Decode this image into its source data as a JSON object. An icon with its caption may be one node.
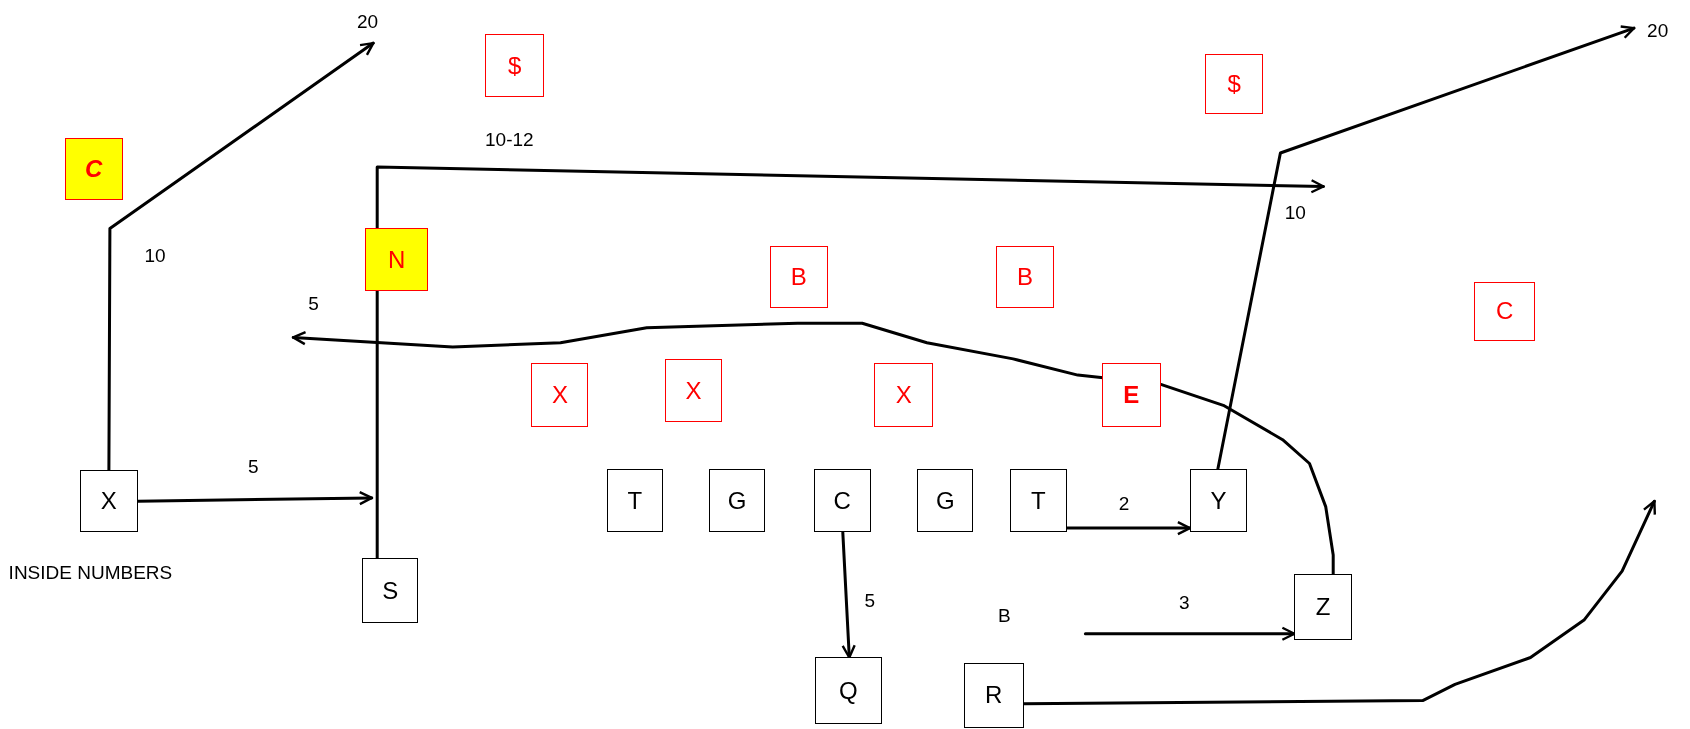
{
  "diagram": {
    "nodes": [
      {
        "text": [
          "$"
        ]
      },
      {
        "text": [
          "$"
        ]
      },
      {
        "text": [
          "C"
        ]
      },
      {
        "text": [
          "N"
        ]
      },
      {
        "text": [
          "B"
        ]
      },
      {
        "text": [
          "B"
        ]
      },
      {
        "text": [
          "C"
        ]
      },
      {
        "text": [
          "X"
        ]
      },
      {
        "text": [
          "X"
        ]
      },
      {
        "text": [
          "X"
        ]
      },
      {
        "text": [
          "E"
        ]
      },
      {
        "text": [
          "X"
        ],
        "beside": [
          "INSIDE NUMBERS"
        ]
      },
      {
        "text": [
          "T"
        ]
      },
      {
        "text": [
          "G"
        ]
      },
      {
        "text": [
          "C"
        ]
      },
      {
        "text": [
          "G"
        ]
      },
      {
        "text": [
          "T"
        ]
      },
      {
        "text": [
          "Y"
        ]
      },
      {
        "text": [
          "S"
        ]
      },
      {
        "text": [
          "Z"
        ]
      },
      {
        "text": [
          "Q"
        ]
      },
      {
        "text": [
          "R"
        ]
      },
      {
        "text": [
          "20"
        ]
      },
      {
        "text": [
          "20"
        ]
      }
    ],
    "edges": [
      {
        "from": 11,
        "to": 22,
        "arrow": "to",
        "label": "10"
      },
      {
        "from": 11,
        "to": null,
        "arrow": "to",
        "label": "5"
      },
      {
        "from": 18,
        "to": null,
        "arrow": "to",
        "label": "10-12"
      },
      {
        "from": 17,
        "to": 23,
        "arrow": "to",
        "label": "10"
      },
      {
        "from": 19,
        "to": null,
        "arrow": "to",
        "label": "5"
      },
      {
        "from": 16,
        "to": 17,
        "arrow": "to",
        "label": "2"
      },
      {
        "from": 14,
        "to": 20,
        "arrow": "to",
        "label": "5"
      },
      {
        "from": null,
        "to": 19,
        "arrow": "to",
        "label": "3"
      },
      {
        "from": 21,
        "to": null,
        "arrow": "to"
      }
    ],
    "labels": [
      "B"
    ]
  }
}
